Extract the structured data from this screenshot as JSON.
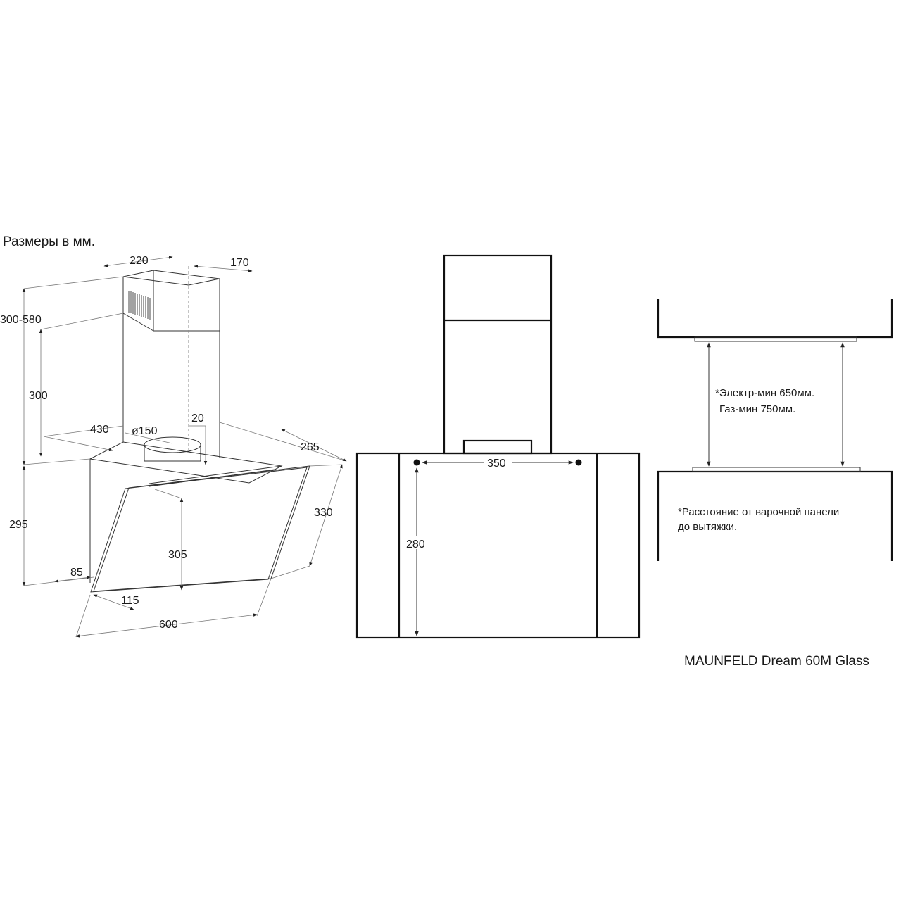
{
  "title": "Размеры в мм.",
  "model": "MAUNFELD Dream 60M Glass",
  "side_view": {
    "dims": {
      "chimney_width": "220",
      "chimney_depth": "170",
      "chimney_height_range": "300-580",
      "chimney_lower": "300",
      "body_depth_top": "430",
      "duct_diameter": "ø150",
      "offset_20": "20",
      "body_side": "265",
      "body_height": "295",
      "glass_height": "330",
      "glass_inner": "305",
      "bottom_offset": "85",
      "bottom_depth": "115",
      "total_width": "600"
    }
  },
  "front_view": {
    "dims": {
      "mount_spacing": "350",
      "mount_height": "280"
    }
  },
  "install_view": {
    "note_distance_line1": "*Электр-мин 650мм.",
    "note_distance_line2": "Газ-мин 750мм.",
    "note_caption_line1": "*Расстояние от варочной панели",
    "note_caption_line2": "до вытяжки."
  }
}
